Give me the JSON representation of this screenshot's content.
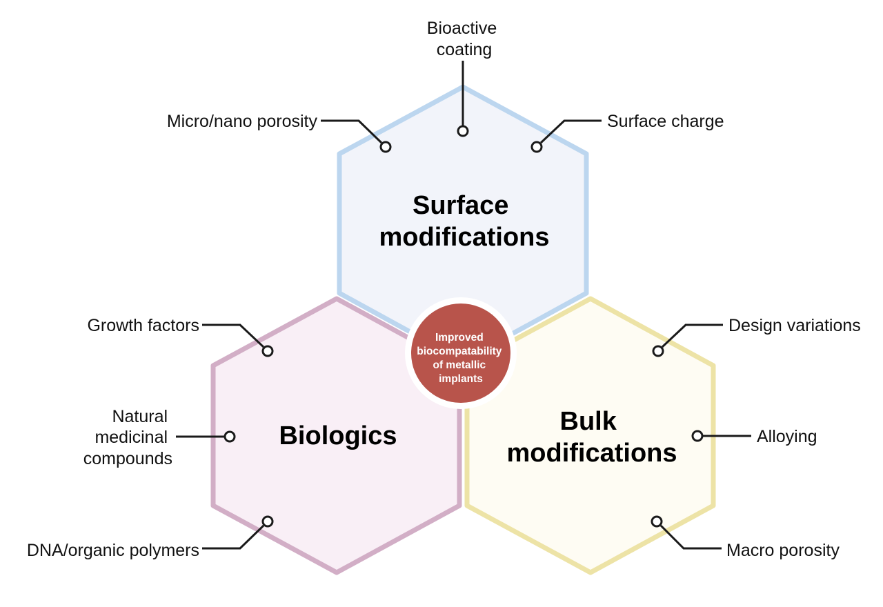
{
  "hexagons": {
    "surface": {
      "title_lines": [
        "Surface",
        "modifications"
      ],
      "fill": "#f2f4fa",
      "stroke": "#bcd6ef"
    },
    "biologics": {
      "title_lines": [
        "Biologics"
      ],
      "fill": "#f9eff6",
      "stroke": "#d2aec6"
    },
    "bulk": {
      "title_lines": [
        "Bulk",
        "modifications"
      ],
      "fill": "#fefcf3",
      "stroke": "#ede3a6"
    }
  },
  "center": {
    "lines": [
      "Improved",
      "biocompatability",
      "of metallic",
      "implants"
    ],
    "fill": "#b8544b"
  },
  "labels": {
    "bioactive_coating": [
      "Bioactive",
      "coating"
    ],
    "micro_nano_porosity": [
      "Micro/nano porosity"
    ],
    "surface_charge": [
      "Surface charge"
    ],
    "growth_factors": [
      "Growth factors"
    ],
    "natural_medicinal_compounds": [
      "Natural",
      "medicinal",
      "compounds"
    ],
    "dna_organic_polymers": [
      "DNA/organic polymers"
    ],
    "design_variations": [
      "Design variations"
    ],
    "alloying": [
      "Alloying"
    ],
    "macro_porosity": [
      "Macro porosity"
    ]
  }
}
